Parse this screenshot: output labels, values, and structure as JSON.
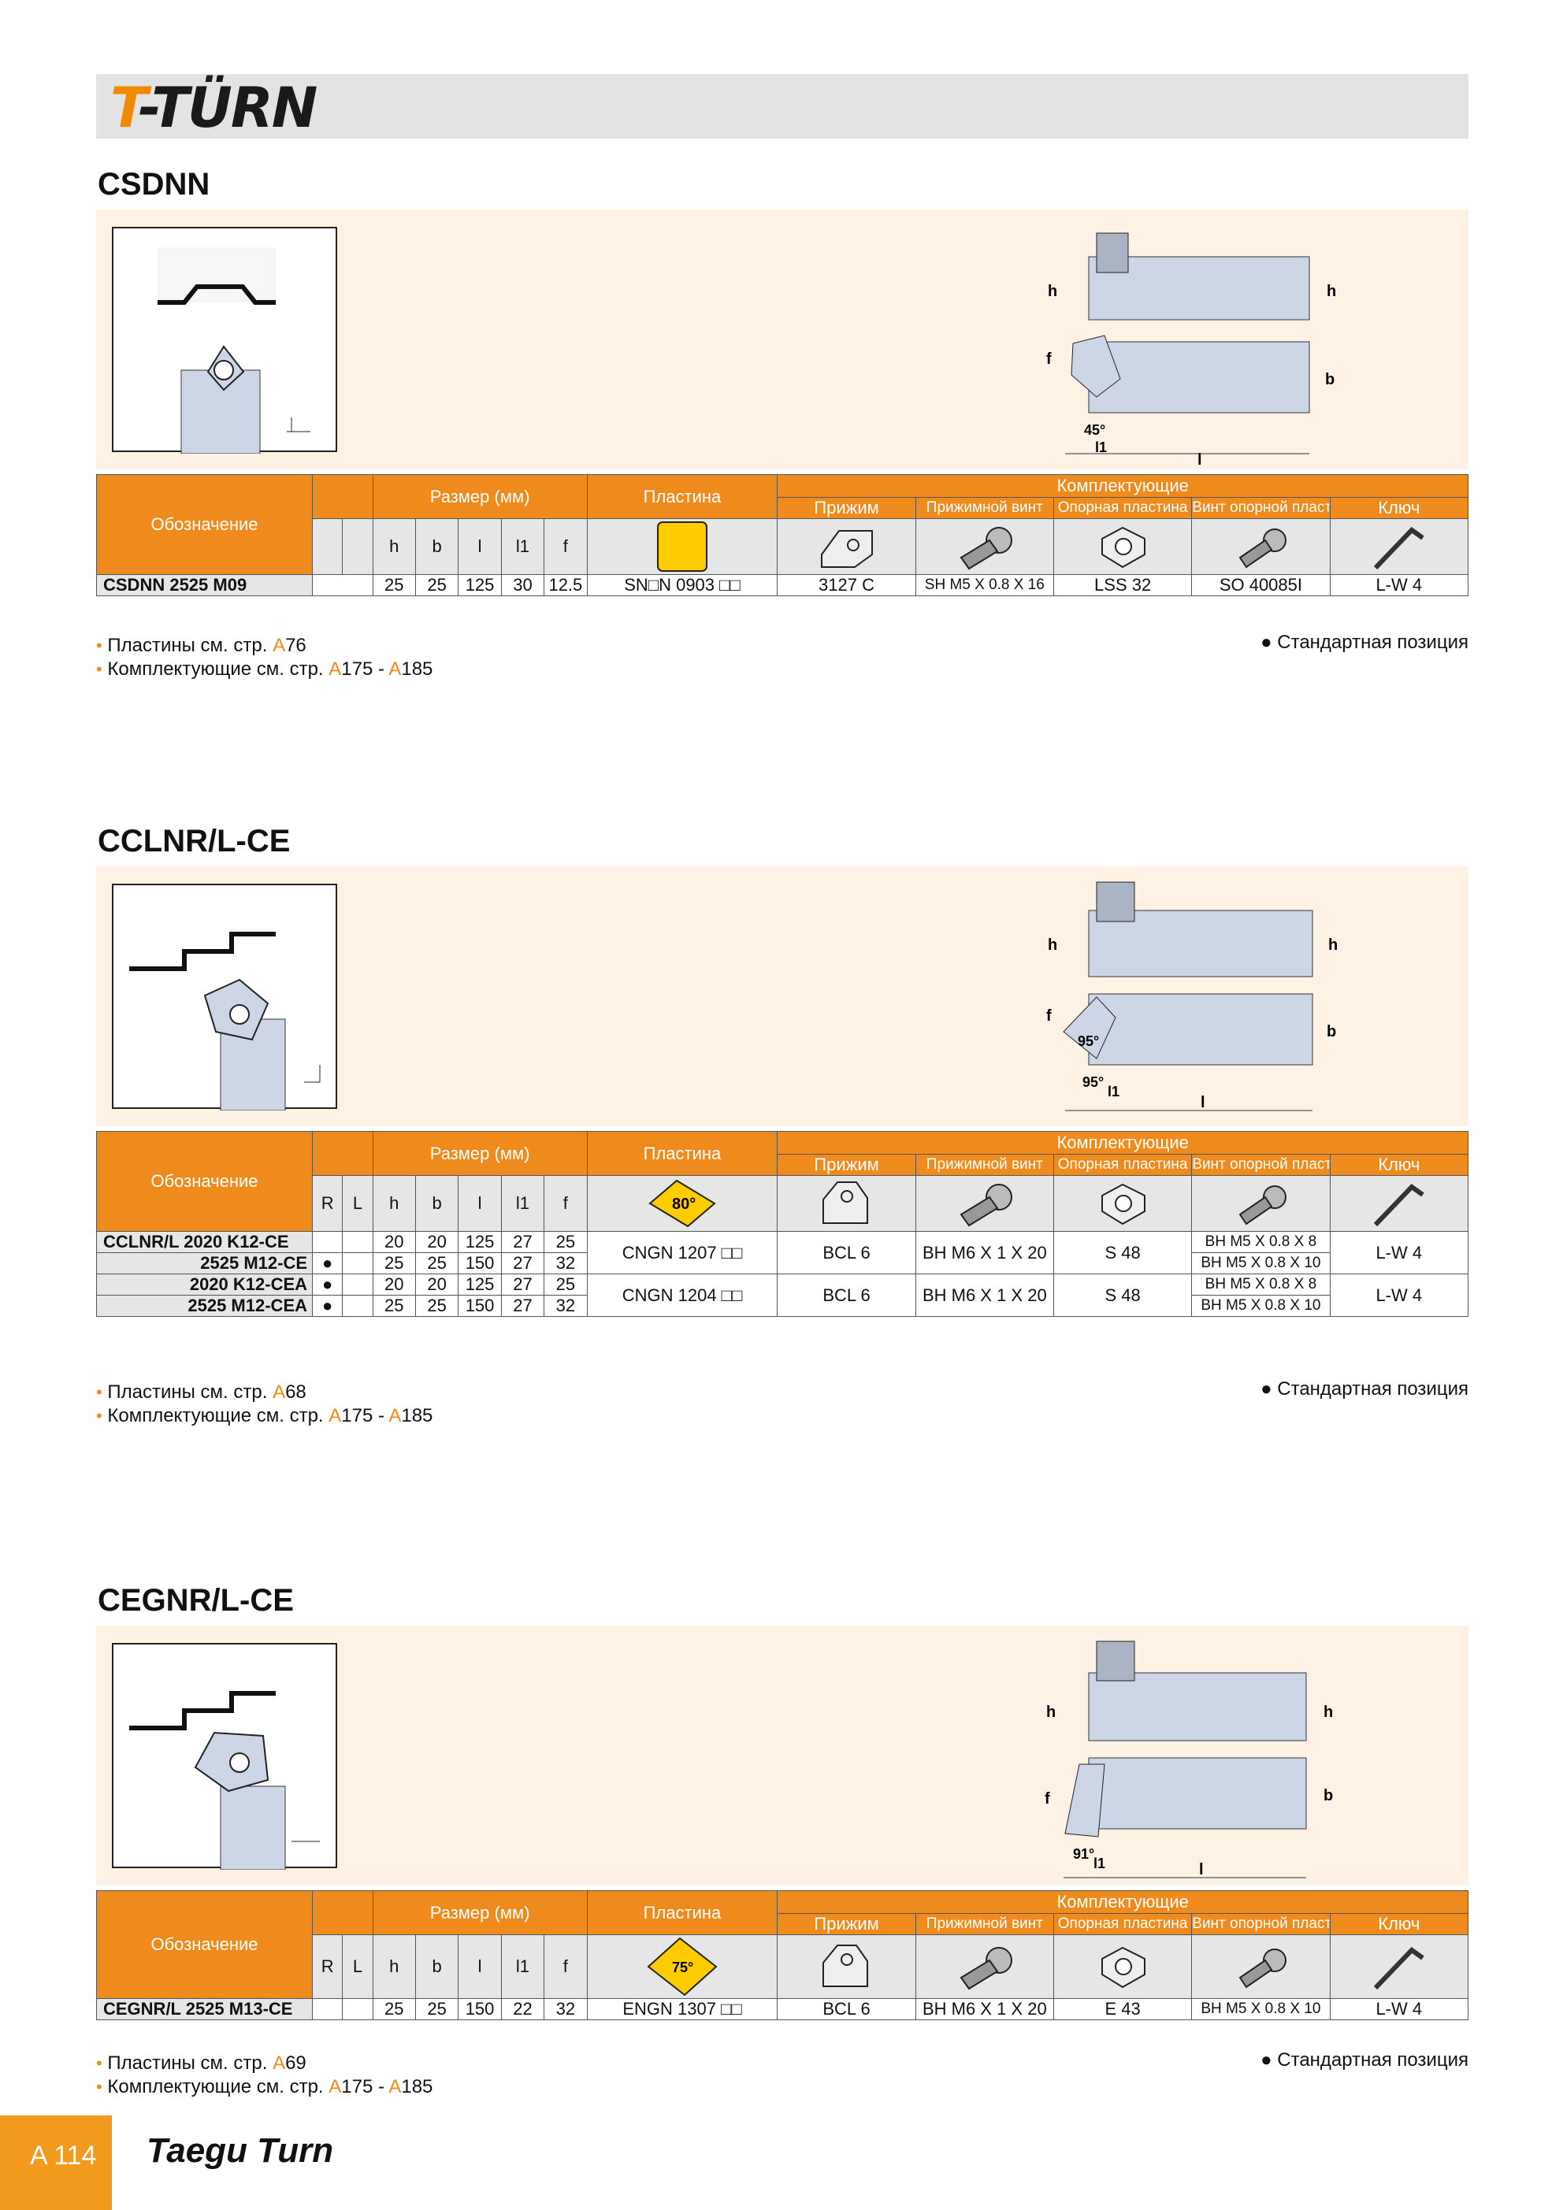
{
  "brand_logo": "T-TURN",
  "labels": {
    "designation": "Обозначение",
    "size_mm": "Размер (мм)",
    "insert": "Пластина",
    "accessories": "Комплектующие",
    "clamp": "Прижим",
    "clamp_screw": "Прижимной винт",
    "shim": "Опорная пластина",
    "shim_screw": "Винт опорной пластины",
    "key": "Ключ",
    "standard": "● Стандартная позиция"
  },
  "sections": [
    {
      "title": "CSDNN",
      "rows": [
        {
          "des": "CSDNN     2525 M09",
          "r": "",
          "l": "",
          "h": "25",
          "b": "25",
          "len": "125",
          "l1": "30",
          "f": "12.5",
          "insert": "SN□N 0903 □□",
          "clamp": "3127 C",
          "screw": "SH M5 X 0.8 X 16",
          "shim": "LSS 32",
          "shim_screw": "SO 40085I",
          "key": "L-W 4"
        }
      ],
      "notes": [
        {
          "pre": "Пластины см. стр. ",
          "a1": "A",
          "n1": "76"
        },
        {
          "pre": "Комплектующие см. стр. ",
          "a1": "A",
          "n1": "175 - ",
          "a2": "A",
          "n2": "185"
        }
      ]
    },
    {
      "title": "CCLNR/L-CE",
      "insert_angle": "80°",
      "rows": [
        {
          "des": "CCLNR/L  2020 K12-CE",
          "r": "",
          "l": "",
          "h": "20",
          "b": "20",
          "len": "125",
          "l1": "27",
          "f": "25"
        },
        {
          "des": "2525 M12-CE",
          "r": "●",
          "l": "",
          "h": "25",
          "b": "25",
          "len": "150",
          "l1": "27",
          "f": "32"
        },
        {
          "des": "2020 K12-CEA",
          "r": "●",
          "l": "",
          "h": "20",
          "b": "20",
          "len": "125",
          "l1": "27",
          "f": "25"
        },
        {
          "des": "2525 M12-CEA",
          "r": "●",
          "l": "",
          "h": "25",
          "b": "25",
          "len": "150",
          "l1": "27",
          "f": "32"
        }
      ],
      "groups": [
        {
          "insert": "CNGN 1207 □□",
          "clamp": "BCL 6",
          "screw": "BH M6 X 1 X 20",
          "shim": "S 48",
          "shim_screw_a": "BH M5 X 0.8 X 8",
          "shim_screw_b": "BH M5 X 0.8 X 10",
          "key": "L-W 4"
        },
        {
          "insert": "CNGN 1204 □□",
          "clamp": "BCL 6",
          "screw": "BH M6 X 1 X 20",
          "shim": "S 48",
          "shim_screw_a": "BH M5 X 0.8 X 8",
          "shim_screw_b": "BH M5 X 0.8 X 10",
          "key": "L-W 4"
        }
      ],
      "notes": [
        {
          "pre": "Пластины см. стр. ",
          "a1": "A",
          "n1": "68"
        },
        {
          "pre": "Комплектующие см. стр. ",
          "a1": "A",
          "n1": "175 - ",
          "a2": "A",
          "n2": "185"
        }
      ]
    },
    {
      "title": "CEGNR/L-CE",
      "insert_angle": "75°",
      "rows": [
        {
          "des": "CEGNR/L  2525 M13-CE",
          "r": "",
          "l": "",
          "h": "25",
          "b": "25",
          "len": "150",
          "l1": "22",
          "f": "32",
          "insert": "ENGN 1307 □□",
          "clamp": "BCL 6",
          "screw": "BH M6 X 1 X 20",
          "shim": "E 43",
          "shim_screw": "BH M5 X 0.8 X 10",
          "key": "L-W 4"
        }
      ],
      "notes": [
        {
          "pre": "Пластины см. стр. ",
          "a1": "A",
          "n1": "69"
        },
        {
          "pre": "Комплектующие см. стр. ",
          "a1": "A",
          "n1": "175 - ",
          "a2": "A",
          "n2": "185"
        }
      ]
    }
  ],
  "dims": {
    "h": "h",
    "b": "b",
    "l": "l",
    "l1": "l1",
    "f": "f",
    "R": "R",
    "L": "L",
    "a45": "45°",
    "a95": "95°",
    "a91": "91°"
  },
  "footer": {
    "page": "A 114",
    "company": "Taegu Turn"
  },
  "colors": {
    "accent": "#ef8a1c",
    "panel": "#fdf2e4",
    "header_gray": "#e6e6e6"
  }
}
